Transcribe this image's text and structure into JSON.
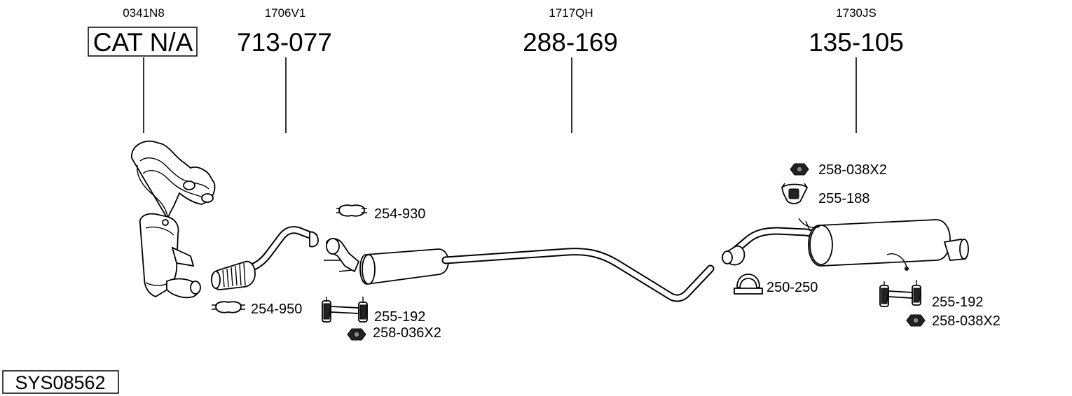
{
  "diagram": {
    "system_id": "SYS08562",
    "main_parts": [
      {
        "code": "0341N8",
        "part_number": "CAT N/A",
        "boxed": true
      },
      {
        "code": "1706V1",
        "part_number": "713-077",
        "boxed": false
      },
      {
        "code": "1717QH",
        "part_number": "288-169",
        "boxed": false
      },
      {
        "code": "1730JS",
        "part_number": "135-105",
        "boxed": false
      }
    ],
    "accessories": [
      {
        "label": "254-930",
        "icon": "clamp-icon"
      },
      {
        "label": "254-950",
        "icon": "clamp-icon"
      },
      {
        "label": "255-192",
        "icon": "rubber-mount-icon"
      },
      {
        "label": "258-036X2",
        "icon": "nut-icon"
      },
      {
        "label": "258-038X2",
        "icon": "nut-icon"
      },
      {
        "label": "255-188",
        "icon": "bracket-icon"
      },
      {
        "label": "250-250",
        "icon": "u-clamp-icon"
      },
      {
        "label": "255-192",
        "icon": "rubber-mount-icon"
      },
      {
        "label": "258-038X2",
        "icon": "nut-icon"
      }
    ]
  }
}
